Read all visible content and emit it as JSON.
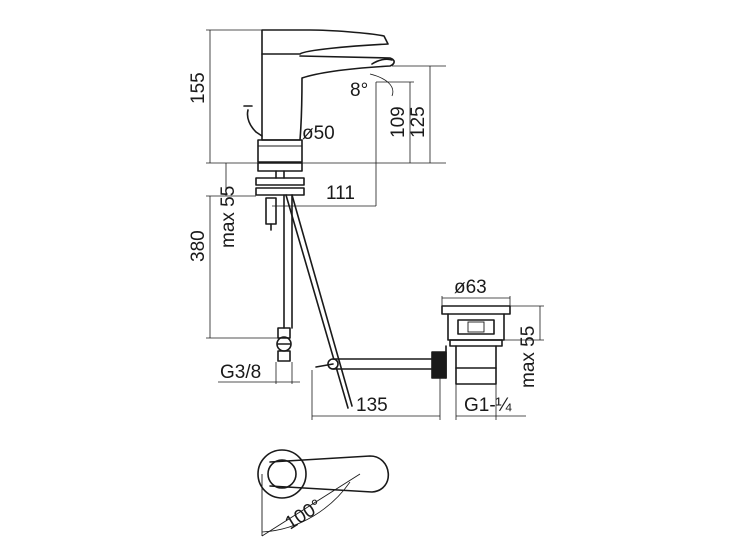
{
  "dimensions": {
    "faucet_height": "155",
    "spout_angle": "8°",
    "spout_height_low": "109",
    "spout_height_high": "125",
    "base_diameter": "ø50",
    "deck_thickness": "max 55",
    "spout_reach": "111",
    "hose_length": "380",
    "hose_thread": "G3/8",
    "waste_diameter": "ø63",
    "waste_thickness": "max 55",
    "rod_length": "135",
    "waste_thread": "G1-¼",
    "handle_rotation": "100°"
  }
}
